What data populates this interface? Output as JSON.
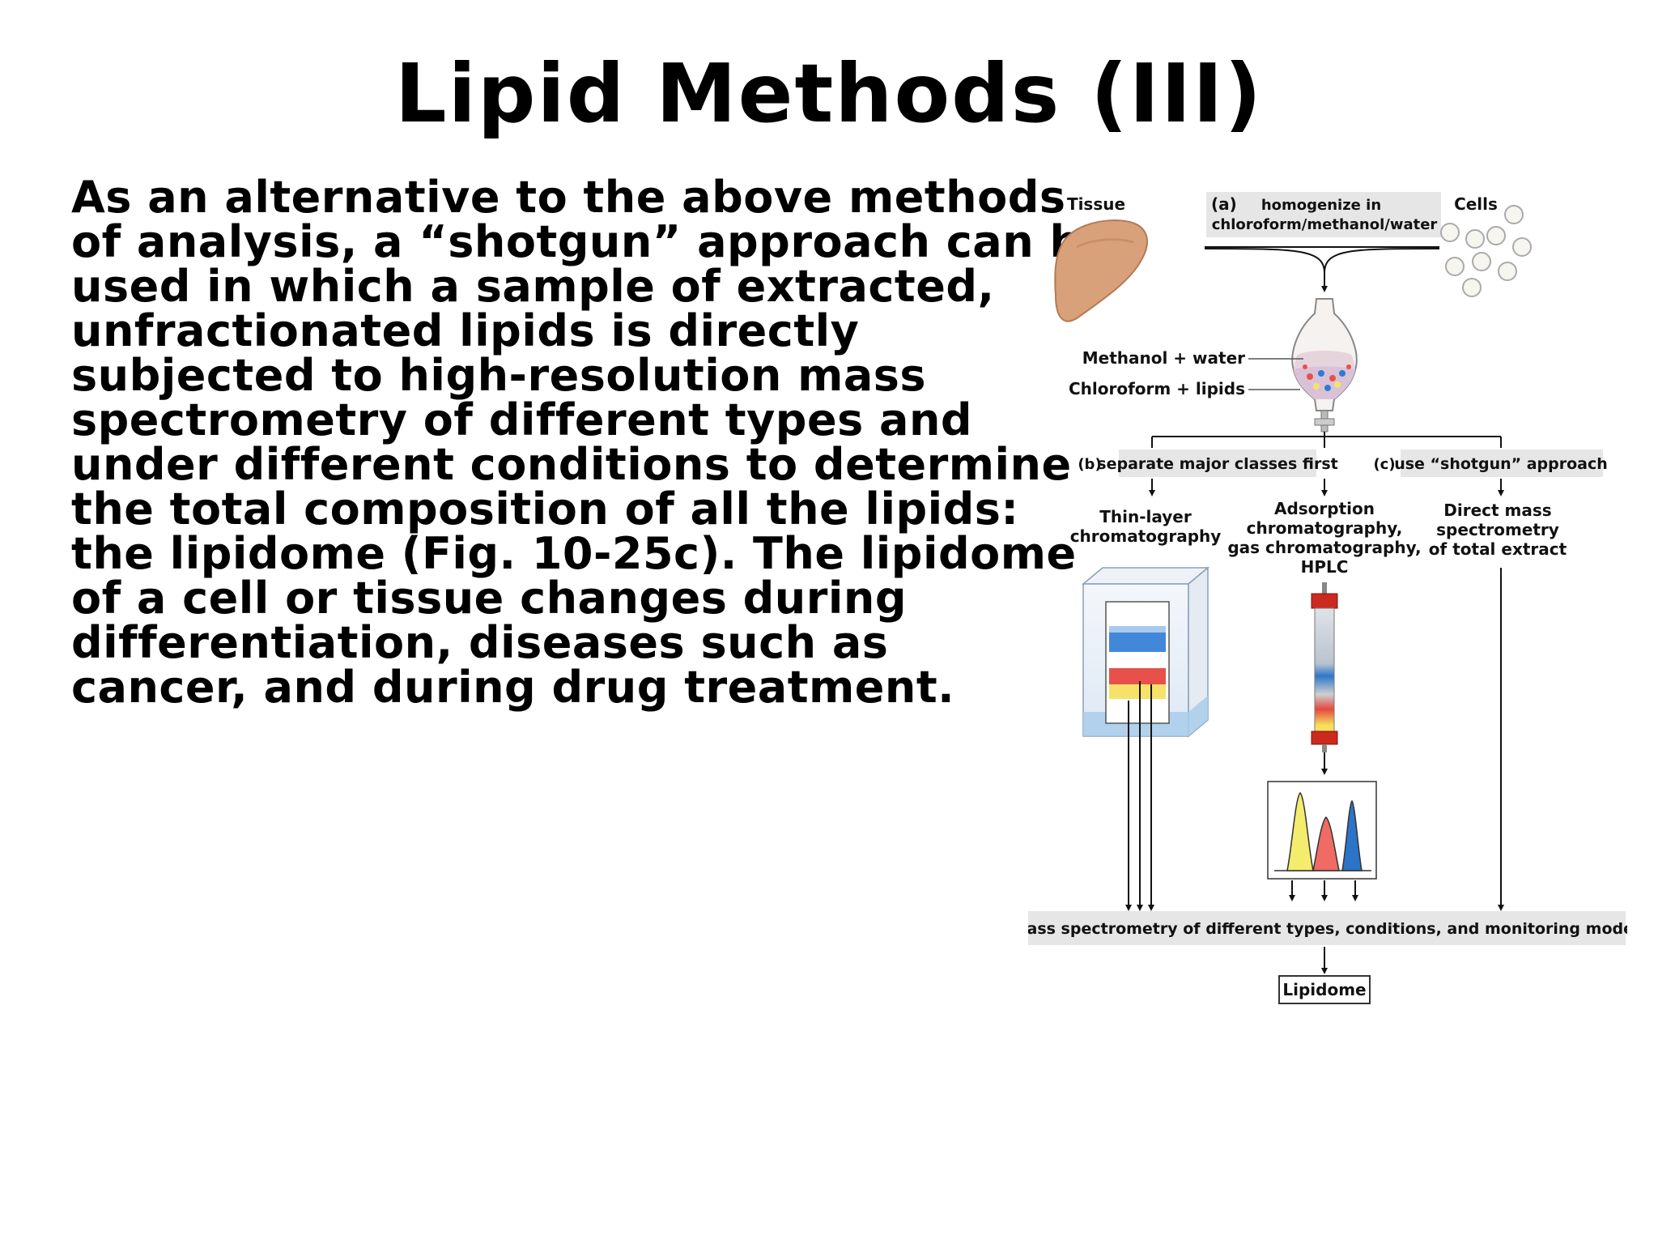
{
  "title": "Lipid Methods (III)",
  "body_lines": [
    "As an alternative to the above methods",
    "of analysis, a “shotgun” approach can be",
    "used in which a sample of extracted,",
    "unfractionated lipids is directly",
    "subjected to high-resolution mass",
    "spectrometry of different types and",
    "under different conditions to determine",
    "the total composition of all the lipids:",
    "the lipidome (Fig. 10-25c). The lipidome",
    "of a cell or tissue changes during",
    "differentiation, diseases such as",
    "cancer, and during drug treatment."
  ],
  "figure": {
    "tissue_label": "Tissue",
    "cells_label": "Cells",
    "step_a": {
      "letter": "(a)",
      "line1": "homogenize in",
      "line2": "chloroform/methanol/water"
    },
    "funnel_upper_label": "Methanol + water",
    "funnel_lower_label": "Chloroform + lipids",
    "step_b": {
      "letter": "(b)",
      "label": "separate major classes first"
    },
    "step_c": {
      "letter": "(c)",
      "label": "use “shotgun” approach"
    },
    "tlc_label": [
      "Thin-layer",
      "chromatography"
    ],
    "adsorption_label": [
      "Adsorption",
      "chromatography,",
      "gas chromatography,",
      "HPLC"
    ],
    "direct_ms_label": [
      "Direct mass",
      "spectrometry",
      "of total extract"
    ],
    "ms_bar_label": "mass spectrometry of different types, conditions, and monitoring modes",
    "result_label": "Lipidome",
    "colors": {
      "tissue": "#d9a17a",
      "label_bar": "#e6e6e6",
      "band_blue": "#2e7bd6",
      "band_red": "#e8504a",
      "band_yellow": "#f6e26a",
      "column_red": "#cc2a1e",
      "peak_yellow": "#f4ec6c",
      "peak_red": "#ef6b64",
      "peak_blue": "#2b74c7"
    }
  }
}
